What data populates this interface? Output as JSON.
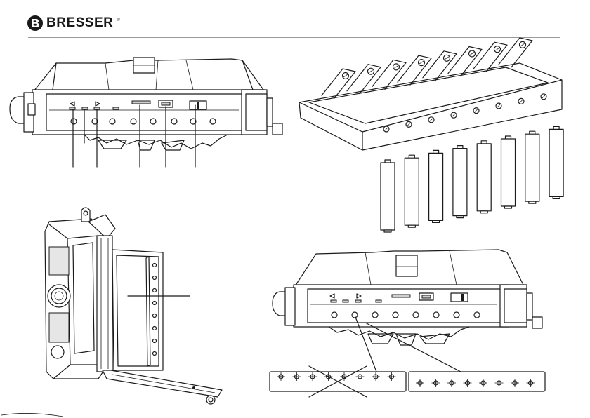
{
  "brand": {
    "name": "BRESSER",
    "trademark": "®"
  },
  "colors": {
    "ink": "#1b1b1b",
    "rule": "#9a9a9a",
    "background": "#ffffff"
  },
  "figures": [
    {
      "id": "camera-control-panel",
      "icons": [
        "arrow-left-icon",
        "arrow-right-icon",
        "card-slot-icon",
        "usb-port-icon",
        "switch-icon"
      ]
    },
    {
      "id": "battery-tray"
    },
    {
      "id": "aa-batteries",
      "count": 8
    },
    {
      "id": "camera-open-housing"
    },
    {
      "id": "camera-control-panel-detail"
    },
    {
      "id": "battery-contact-strips",
      "count": 2
    }
  ]
}
